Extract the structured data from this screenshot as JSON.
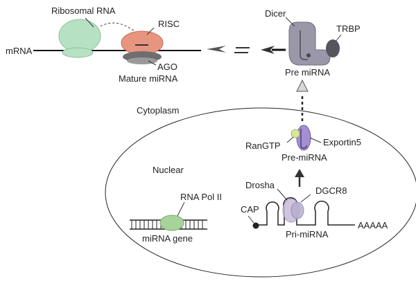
{
  "labels": {
    "ribosomal_rna": "Ribosomal RNA",
    "risc": "RISC",
    "mrna": "mRNA",
    "ago": "AGO",
    "mature_mirna": "Mature miRNA",
    "dicer": "Dicer",
    "trbp": "TRBP",
    "pre_mirna_top": "Pre miRNA",
    "cytoplasm": "Cytoplasm",
    "rangtp": "RanGTP",
    "exportin5": "Exportin5",
    "pre_mirna_mid": "Pre-miRNA",
    "nuclear": "Nuclear",
    "drosha": "Drosha",
    "dgcr8": "DGCR8",
    "cap": "CAP",
    "aaaaa": "AAAAA",
    "pri_mirna": "Pri-miRNA",
    "rna_pol": "RNA Pol  II",
    "mirna_gene": "miRNA gene"
  },
  "colors": {
    "ribosome": "#b7e1c3",
    "risc": "#e8957f",
    "ago": "#6e6e6e",
    "dicer": "#9a97a8",
    "trbp": "#56545e",
    "exportin": "#a48fd3",
    "rangtp": "#d8e79a",
    "drosha": "#c7bcd9",
    "rnapol": "#a6d39a",
    "line": "#111111"
  }
}
